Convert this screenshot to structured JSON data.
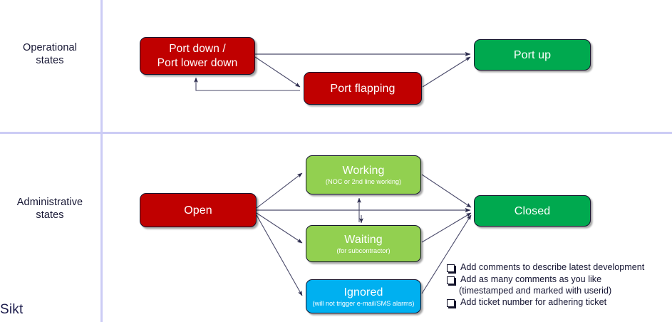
{
  "brand": {
    "label": "Sikt"
  },
  "lanes": [
    {
      "id": "operational",
      "line1": "Operational",
      "line2": "states"
    },
    {
      "id": "administrative",
      "line1": "Administrative",
      "line2": "states"
    }
  ],
  "colors": {
    "red": "#c00000",
    "green": "#00a94f",
    "light_green": "#92d050",
    "blue": "#00b0f0",
    "divider": "#ccccf5",
    "arrow": "#3b3b5c",
    "text_dark": "#141432",
    "brand": "#1b1b4b"
  },
  "operational": {
    "nodes": [
      {
        "id": "port-down",
        "title_line1": "Port down /",
        "title_line2": "Port lower down",
        "color": "#c00000"
      },
      {
        "id": "port-flapping",
        "title": "Port flapping",
        "color": "#c00000"
      },
      {
        "id": "port-up",
        "title": "Port up",
        "color": "#00a94f"
      }
    ],
    "edges": [
      {
        "from": "port-down",
        "to": "port-up"
      },
      {
        "from": "port-down",
        "to": "port-flapping"
      },
      {
        "from": "port-flapping",
        "to": "port-down"
      },
      {
        "from": "port-flapping",
        "to": "port-up"
      }
    ]
  },
  "administrative": {
    "nodes": [
      {
        "id": "open",
        "title": "Open",
        "color": "#c00000"
      },
      {
        "id": "working",
        "title": "Working",
        "subtitle": "(NOC or 2nd line working)",
        "color": "#92d050"
      },
      {
        "id": "waiting",
        "title": "Waiting",
        "subtitle": "(for subcontractor)",
        "color": "#92d050"
      },
      {
        "id": "ignored",
        "title": "Ignored",
        "subtitle": "(will not trigger e-mail/SMS alarms)",
        "color": "#00b0f0"
      },
      {
        "id": "closed",
        "title": "Closed",
        "color": "#00a94f"
      }
    ],
    "edges": [
      {
        "from": "open",
        "to": "working"
      },
      {
        "from": "open",
        "to": "waiting"
      },
      {
        "from": "open",
        "to": "ignored"
      },
      {
        "from": "open",
        "to": "closed"
      },
      {
        "from": "working",
        "to": "closed"
      },
      {
        "from": "waiting",
        "to": "closed"
      },
      {
        "from": "ignored",
        "to": "closed"
      },
      {
        "from": "waiting",
        "to": "working"
      },
      {
        "from": "working",
        "to": "waiting"
      }
    ]
  },
  "checklist": {
    "items": [
      {
        "text": "Add comments to describe latest development",
        "continuation": ""
      },
      {
        "text": "Add as many comments as you like",
        "continuation": "(timestamped and marked with userid)"
      },
      {
        "text": "Add ticket number for adhering ticket",
        "continuation": ""
      }
    ]
  }
}
